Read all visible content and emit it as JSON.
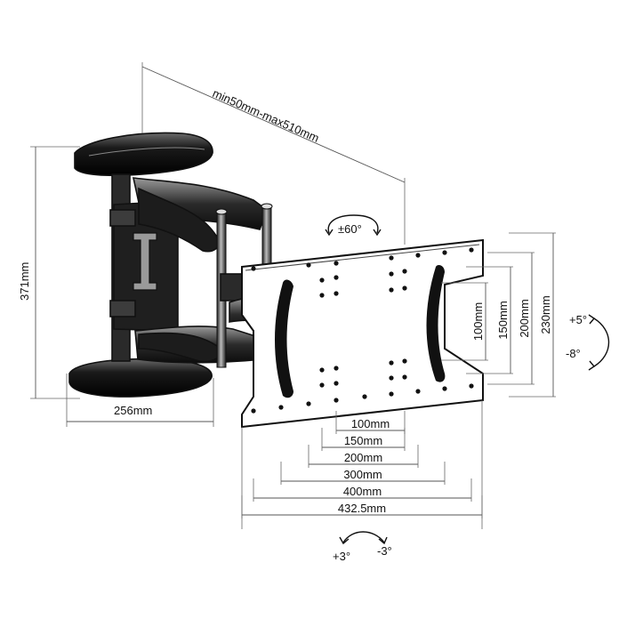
{
  "labels": {
    "extension": "min50mm-max510mm",
    "swivel": "±60°",
    "height": "371mm",
    "depth": "256mm",
    "tilt_up": "+5°",
    "tilt_down": "-8°",
    "rotate_pos": "+3°",
    "rotate_neg": "-3°"
  },
  "vesa_horizontal": [
    {
      "id": "h100",
      "label": "100mm"
    },
    {
      "id": "h150",
      "label": "150mm"
    },
    {
      "id": "h200",
      "label": "200mm"
    },
    {
      "id": "h300",
      "label": "300mm"
    },
    {
      "id": "h400",
      "label": "400mm"
    },
    {
      "id": "h432",
      "label": "432.5mm"
    }
  ],
  "vesa_vertical": [
    {
      "id": "v100",
      "label": "100mm"
    },
    {
      "id": "v150",
      "label": "150mm"
    },
    {
      "id": "v200",
      "label": "200mm"
    },
    {
      "id": "v230",
      "label": "230mm"
    }
  ],
  "colors": {
    "ink": "#111111",
    "metal_dark": "#1e1e1e",
    "metal_mid": "#4a4a4a",
    "metal_light": "#8c8c8c",
    "dimension": "#555555"
  }
}
